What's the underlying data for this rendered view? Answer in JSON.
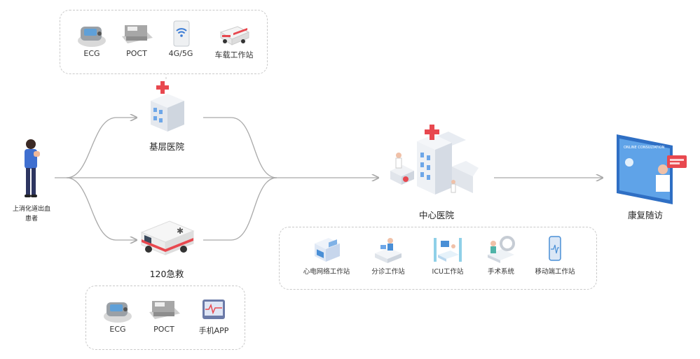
{
  "patient": {
    "line1": "上消化道出血",
    "line2": "患者"
  },
  "grassroots": {
    "label": "基层医院",
    "devices": [
      {
        "label": "ECG",
        "icon": "ecg-device-icon"
      },
      {
        "label": "POCT",
        "icon": "poct-analyzer-icon"
      },
      {
        "label": "4G/5G",
        "icon": "wifi-signal-icon"
      },
      {
        "label": "车载工作站",
        "icon": "ambulance-workstation-icon"
      }
    ]
  },
  "emergency": {
    "label": "120急救",
    "devices": [
      {
        "label": "ECG",
        "icon": "ecg-device-icon"
      },
      {
        "label": "POCT",
        "icon": "poct-analyzer-icon"
      },
      {
        "label": "手机APP",
        "icon": "mobile-app-icon"
      }
    ]
  },
  "central": {
    "label": "中心医院",
    "stations": [
      {
        "label": "心电网络工作站",
        "icon": "ecg-network-icon"
      },
      {
        "label": "分诊工作站",
        "icon": "triage-desk-icon"
      },
      {
        "label": "ICU工作站",
        "icon": "icu-bed-icon"
      },
      {
        "label": "手术系统",
        "icon": "surgery-system-icon"
      },
      {
        "label": "移动端工作站",
        "icon": "mobile-station-icon"
      }
    ]
  },
  "followup": {
    "label": "康复随访",
    "screen_text": "ONLINE CONSULTATION"
  },
  "colors": {
    "accent": "#e8484f",
    "line": "#a9a9a9",
    "box_border": "#c9c9c9",
    "blue": "#4a8fd6"
  }
}
